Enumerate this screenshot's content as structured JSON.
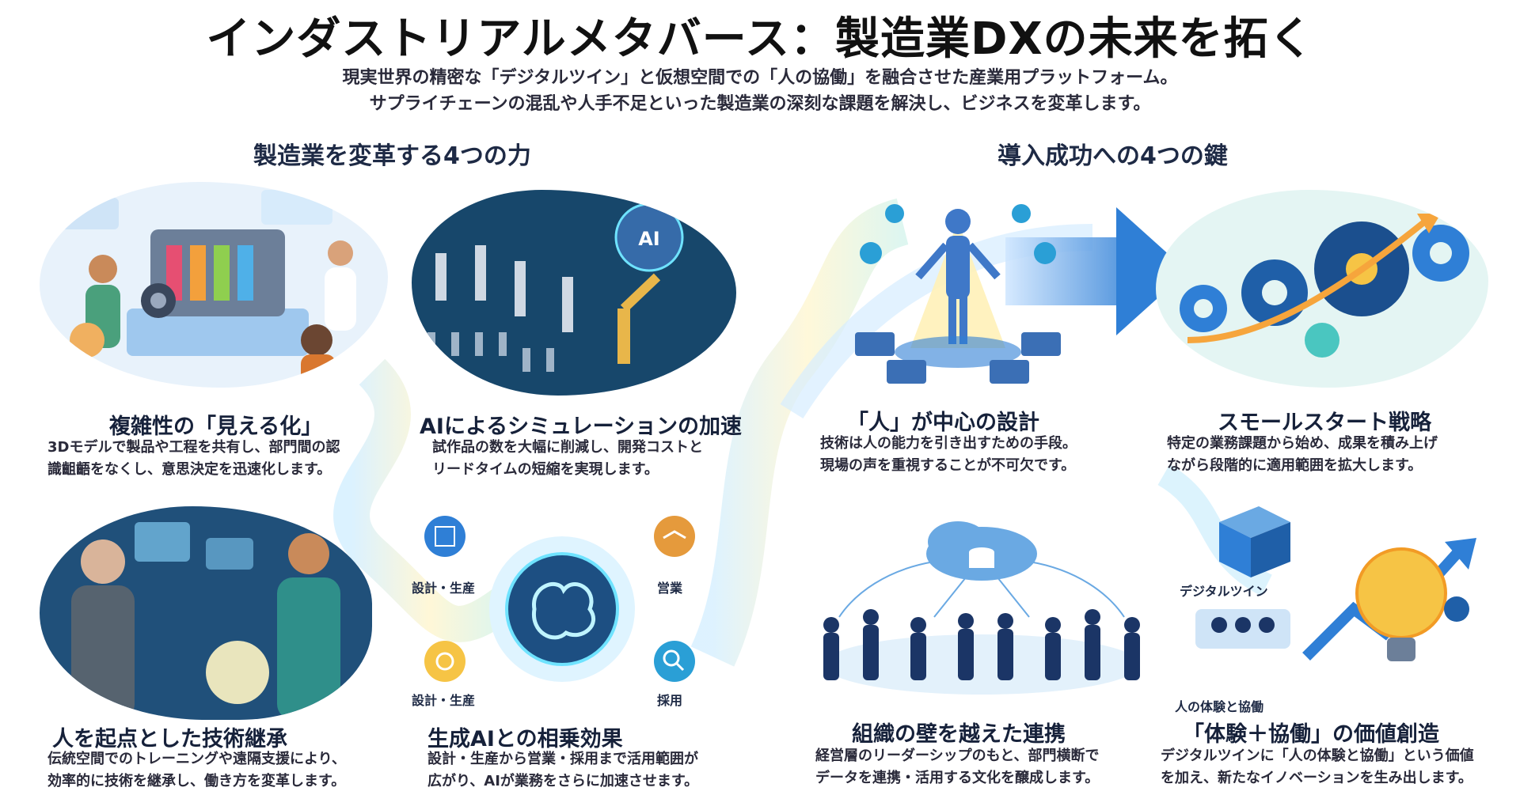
{
  "header": {
    "title": "インダストリアルメタバース：製造業DXの未来を拓く",
    "subtitle_line1": "現実世界の精密な「デジタルツイン」と仮想空間での「人の協働」を融合させた産業用プラットフォーム。",
    "subtitle_line2": "サプライチェーンの混乱や人手不足といった製造業の深刻な課題を解決し、ビジネスを変革します。"
  },
  "sections": {
    "left_title": "製造業を変革する4つの力",
    "right_title": "導入成功への4つの鍵"
  },
  "cards": {
    "visualization": {
      "title": "複雑性の「見える化」",
      "desc": "3Dモデルで製品や工程を共有し、部門間の認\n識齟齬をなくし、意思決定を迅速化します。"
    },
    "ai_simulation": {
      "title": "AIによるシミュレーションの加速",
      "desc": "試作品の数を大幅に削減し、開発コストと\nリードタイムの短縮を実現します。",
      "ai_label": "AI"
    },
    "skill_transfer": {
      "title": "人を起点とした技術継承",
      "desc": "伝統空間でのトレーニングや遠隔支援により、\n効率的に技術を継承し、働き方を変革します。"
    },
    "generative_ai": {
      "title": "生成AIとの相乗効果",
      "desc": "設計・生産から営業・採用まで活用範囲が\n広がり、AIが業務をさらに加速させます。",
      "labels": {
        "design1": "設計・生産",
        "sales": "営業",
        "design2": "設計・生産",
        "recruit": "採用"
      }
    },
    "human_centric": {
      "title": "「人」が中心の設計",
      "desc": "技術は人の能力を引き出すための手段。\n現場の声を重視することが不可欠です。"
    },
    "small_start": {
      "title": "スモールスタート戦略",
      "desc": "特定の業務課題から始め、成果を積み上げ\nながら段階的に適用範囲を拡大します。"
    },
    "collaboration": {
      "title": "組織の壁を越えた連携",
      "desc": "経営層のリーダーシップのもと、部門横断で\nデータを連携・活用する文化を醸成します。"
    },
    "value_creation": {
      "title": "「体験＋協働」の価値創造",
      "desc": "デジタルツインに「人の体験と協働」という価値\nを加え、新たなイノベーションを生み出します。",
      "labels": {
        "digital_twin": "デジタルツイン",
        "human_exp": "人の体験と協働"
      }
    }
  },
  "colors": {
    "accent_blue": "#2f7fd6",
    "deep_navy": "#1b3566",
    "glow_cyan": "#6fe3ff",
    "warm_yellow": "#f6c445",
    "teal": "#4ac6c0"
  }
}
